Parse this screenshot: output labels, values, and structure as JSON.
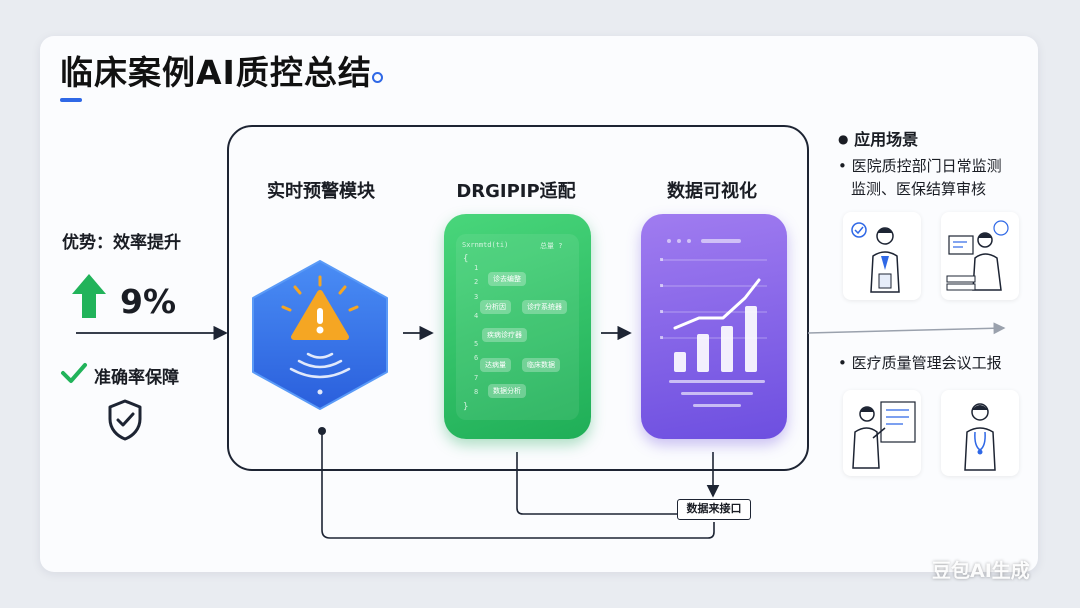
{
  "title": "临床案例AI质控总结",
  "left": {
    "advantage_label": "优势：效率提升",
    "percent": "9%",
    "accuracy_label": "准确率保障"
  },
  "modules": [
    {
      "title": "实时预警模块"
    },
    {
      "title": "DRGIPIP适配"
    },
    {
      "title": "数据可视化"
    }
  ],
  "green_card": {
    "header_left": "Sxrnmtd(ti)",
    "header_right": "总量 ?",
    "brace_open": "{",
    "brace_close": "}",
    "line_numbers": [
      "1",
      "2",
      "3",
      "4",
      "5",
      "6",
      "7",
      "8"
    ],
    "chips": [
      "诊去编整",
      "分析因",
      "诊疗系统器",
      "疾病诊疗器",
      "达病量",
      "临床数据",
      "数据分析"
    ]
  },
  "right": {
    "heading": "应用场景",
    "item1_line1": "医院质控部门日常监测",
    "item1_line2": "监测、医保结算审核",
    "item2": "医疗质量管理会议工报"
  },
  "api_label": "数据来接口",
  "watermark": "豆包AI生成",
  "colors": {
    "accent_blue": "#2f68e6",
    "green": "#22b35a",
    "purple": "#7b5ae6",
    "warning_orange": "#f5a623"
  }
}
